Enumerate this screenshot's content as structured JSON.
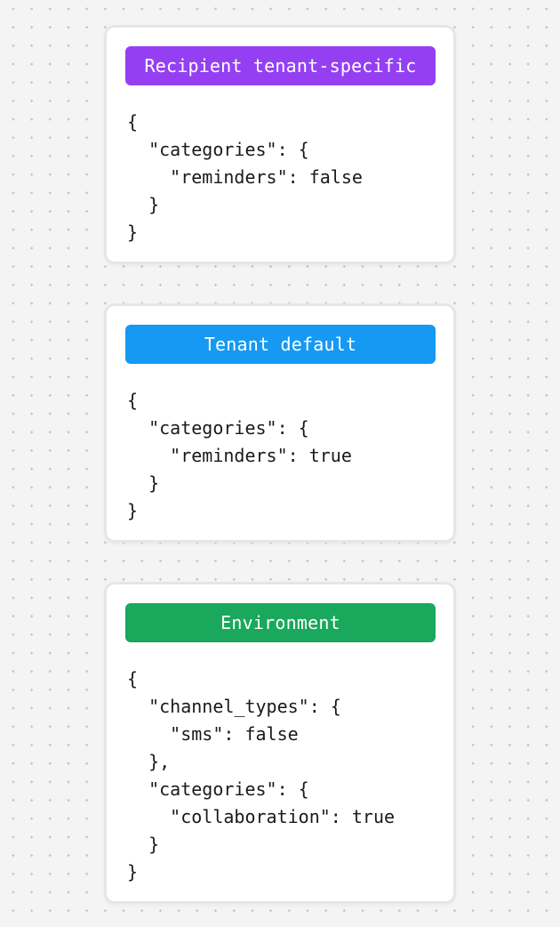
{
  "theme": {
    "canvas_background": "#f4f4f5",
    "dot_color": "#c4c4c7",
    "card_background": "#ffffff",
    "card_border": "#e6e6e9",
    "code_text_color": "#1a1a1a",
    "badge_text_color": "#ffffff"
  },
  "cards": [
    {
      "badge": {
        "label": "Recipient tenant-specific",
        "color": "#9440f2"
      },
      "code": "{\n  \"categories\": {\n    \"reminders\": false\n  }\n}"
    },
    {
      "badge": {
        "label": "Tenant default",
        "color": "#1699f2"
      },
      "code": "{\n  \"categories\": {\n    \"reminders\": true\n  }\n}"
    },
    {
      "badge": {
        "label": "Environment",
        "color": "#19a85c"
      },
      "code": "{\n  \"channel_types\": {\n    \"sms\": false\n  },\n  \"categories\": {\n    \"collaboration\": true\n  }\n}"
    }
  ]
}
